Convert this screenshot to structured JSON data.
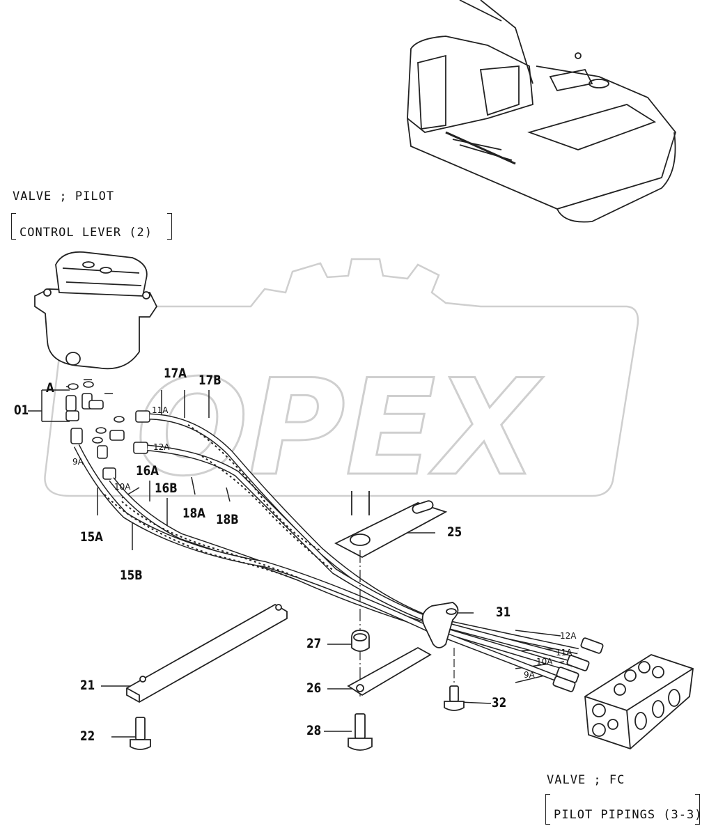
{
  "labels": {
    "valve_pilot_title": "VALVE ; PILOT",
    "valve_pilot_sub": "CONTROL LEVER (2)",
    "valve_fc_title": "VALVE ; FC",
    "valve_fc_sub": "PILOT PIPINGS (3-3)"
  },
  "watermark": "OPEX",
  "callouts": {
    "p01": "01",
    "pA": "A",
    "p9A": "9A",
    "p10A": "10A",
    "p11A": "11A",
    "p12A": "12A",
    "p15A": "15A",
    "p15B": "15B",
    "p16A": "16A",
    "p16B": "16B",
    "p17A": "17A",
    "p17B": "17B",
    "p18A": "18A",
    "p18B": "18B",
    "p21": "21",
    "p22": "22",
    "p25": "25",
    "p26": "26",
    "p27": "27",
    "p28": "28",
    "p31": "31",
    "p32": "32",
    "r12A": "12A",
    "r11A": "11A",
    "r10A": "10A",
    "r9A": "9A"
  }
}
